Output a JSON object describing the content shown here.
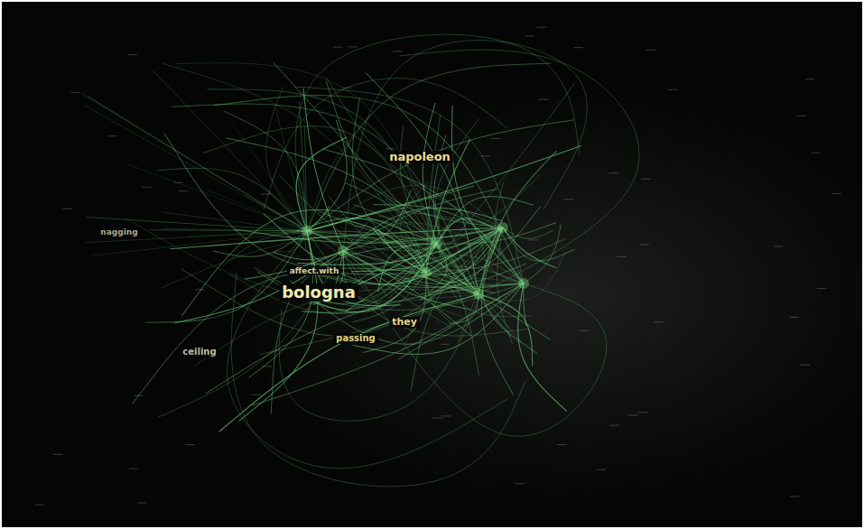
{
  "diagram": {
    "labels": [
      "napoleon",
      "bologna",
      "they",
      "passing",
      "ceiling",
      "affect.with",
      "nagging"
    ]
  }
}
